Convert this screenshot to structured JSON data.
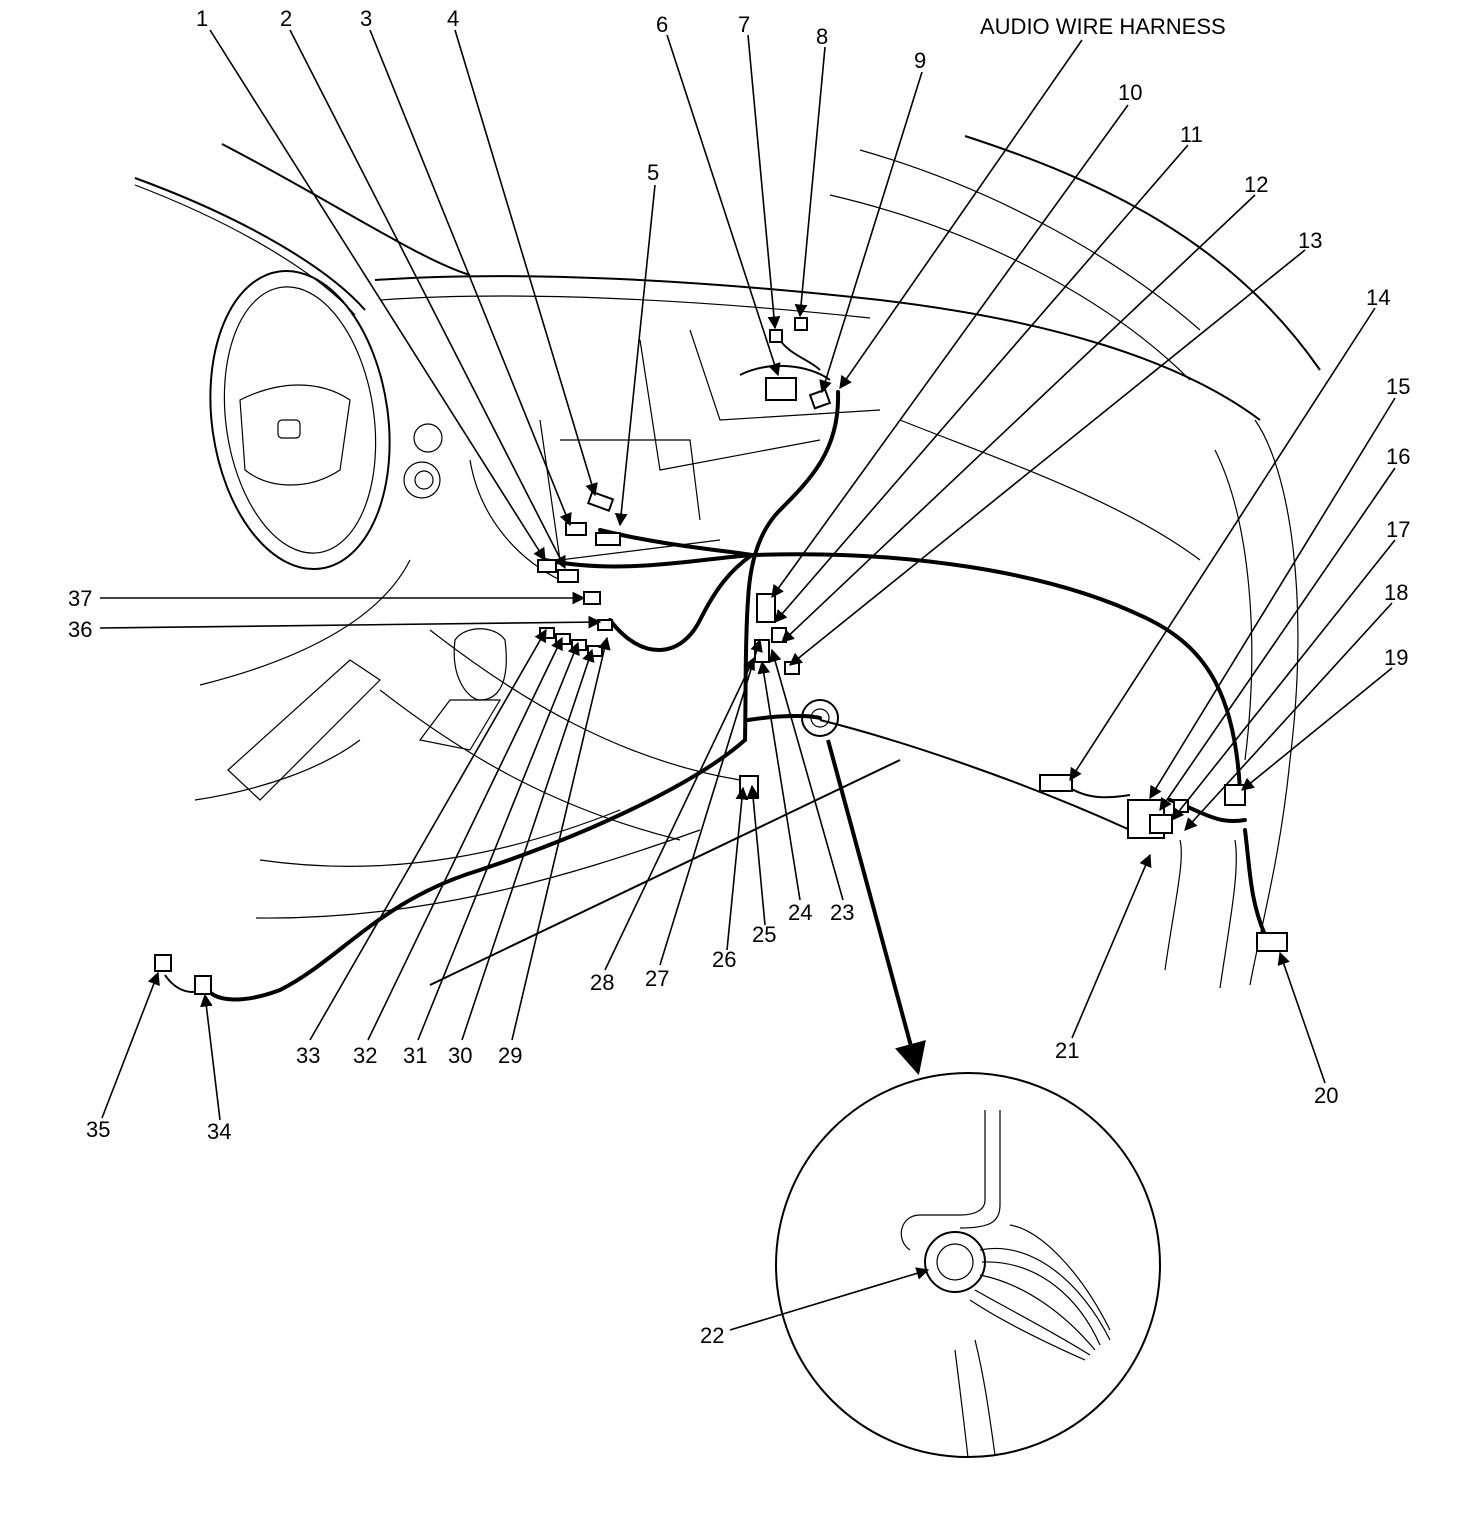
{
  "diagram": {
    "title": "AUDIO WIRE HARNESS",
    "callouts": [
      "1",
      "2",
      "3",
      "4",
      "5",
      "6",
      "7",
      "8",
      "9",
      "10",
      "11",
      "12",
      "13",
      "14",
      "15",
      "16",
      "17",
      "18",
      "19",
      "20",
      "21",
      "22",
      "23",
      "24",
      "25",
      "26",
      "27",
      "28",
      "29",
      "30",
      "31",
      "32",
      "33",
      "34",
      "35",
      "36",
      "37"
    ]
  }
}
